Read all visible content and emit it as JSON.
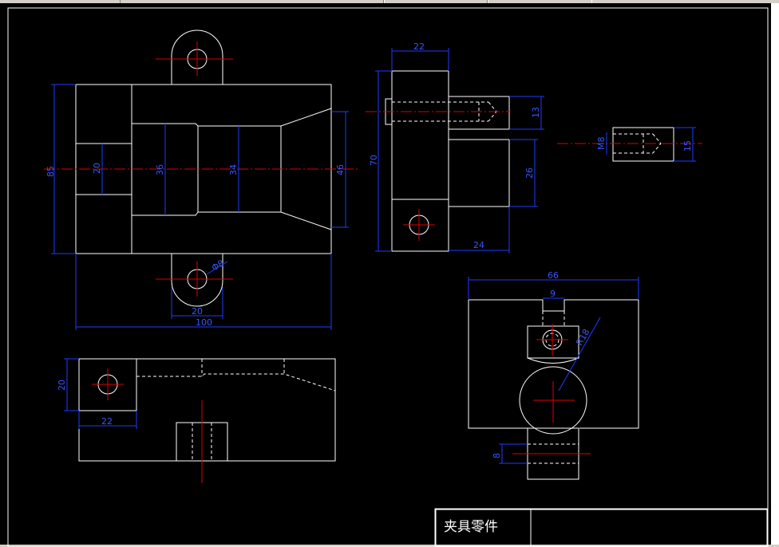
{
  "title_block": {
    "name": "夹具零件"
  },
  "dimensions": {
    "front_height": "85",
    "front_inner_20": "20",
    "front_inner_36": "36",
    "front_inner_34": "34",
    "front_inner_46": "46",
    "front_width": "100",
    "lug_width": "20",
    "hole_dia": "Φ8",
    "side_top": "22",
    "side_height": "70",
    "side_13": "13",
    "side_26": "26",
    "side_24": "24",
    "pin_m8": "M8",
    "pin_15": "15",
    "top_20": "20",
    "top_22": "22",
    "right_66": "66",
    "right_9": "9",
    "right_r18": "R18",
    "right_8": "8"
  },
  "colors": {
    "outline": "#ffffff",
    "centerline": "#e00000",
    "dimension": "#1f3bff",
    "background": "#000000"
  }
}
